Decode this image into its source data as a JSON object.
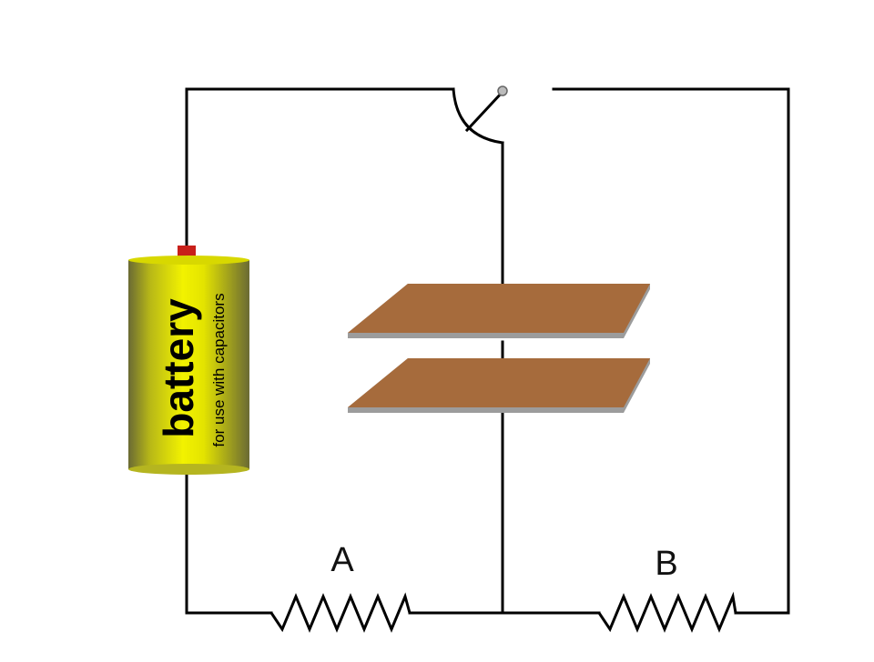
{
  "battery": {
    "title": "battery",
    "subtitle": "for use with capacitors"
  },
  "resistors": [
    {
      "label": "A"
    },
    {
      "label": "B"
    }
  ],
  "switch": {
    "state": "open"
  },
  "colors": {
    "wire": "#000000",
    "battery_body": "#e8e800",
    "battery_shade": "#6a6a34",
    "battery_terminal": "#c8201a",
    "capacitor_plate": "#a66b3c",
    "capacitor_plate_edge": "#9c9c9c",
    "switch_pivot": "#bbbbbb"
  }
}
